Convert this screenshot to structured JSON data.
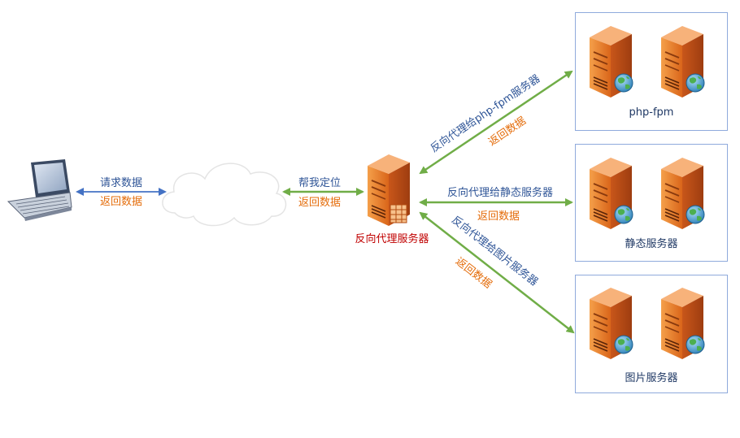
{
  "client": {
    "request_label": "请求数据",
    "return_label": "返回数据"
  },
  "cloud": {
    "locate_label": "帮我定位",
    "return_label": "返回数据"
  },
  "proxy": {
    "name": "反向代理服务器"
  },
  "routes": {
    "phpfpm": {
      "proxy_label": "反向代理给php-fpm服务器",
      "return_label": "返回数据"
    },
    "static": {
      "proxy_label": "反向代理给静态服务器",
      "return_label": "返回数据"
    },
    "image": {
      "proxy_label": "反向代理给图片服务器",
      "return_label": "返回数据"
    }
  },
  "groups": {
    "phpfpm": "php-fpm",
    "static": "静态服务器",
    "image": "图片服务器"
  },
  "colors": {
    "label_blue": "#2f5597",
    "label_orange": "#e46c0a",
    "proxy_red": "#c00000",
    "arrow_green": "#70ad47",
    "arrow_blue": "#4472c4",
    "server_orange": "#e87722"
  }
}
